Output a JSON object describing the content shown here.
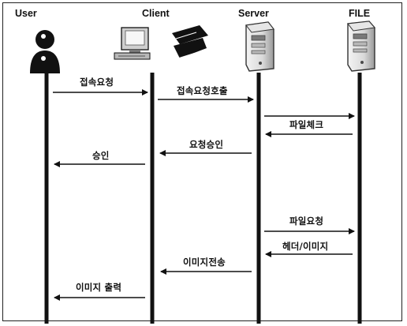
{
  "actors": {
    "user": "User",
    "client": "Client",
    "server": "Server",
    "file": "FILE"
  },
  "messages": {
    "m1": "접속요청",
    "m2": "접속요청호출",
    "m3": "파일체크",
    "m4": "요청승인",
    "m5": "승인",
    "m6": "파일요청",
    "m7": "헤더/이미지",
    "m8": "이미지전송",
    "m9": "이미지 출력"
  }
}
